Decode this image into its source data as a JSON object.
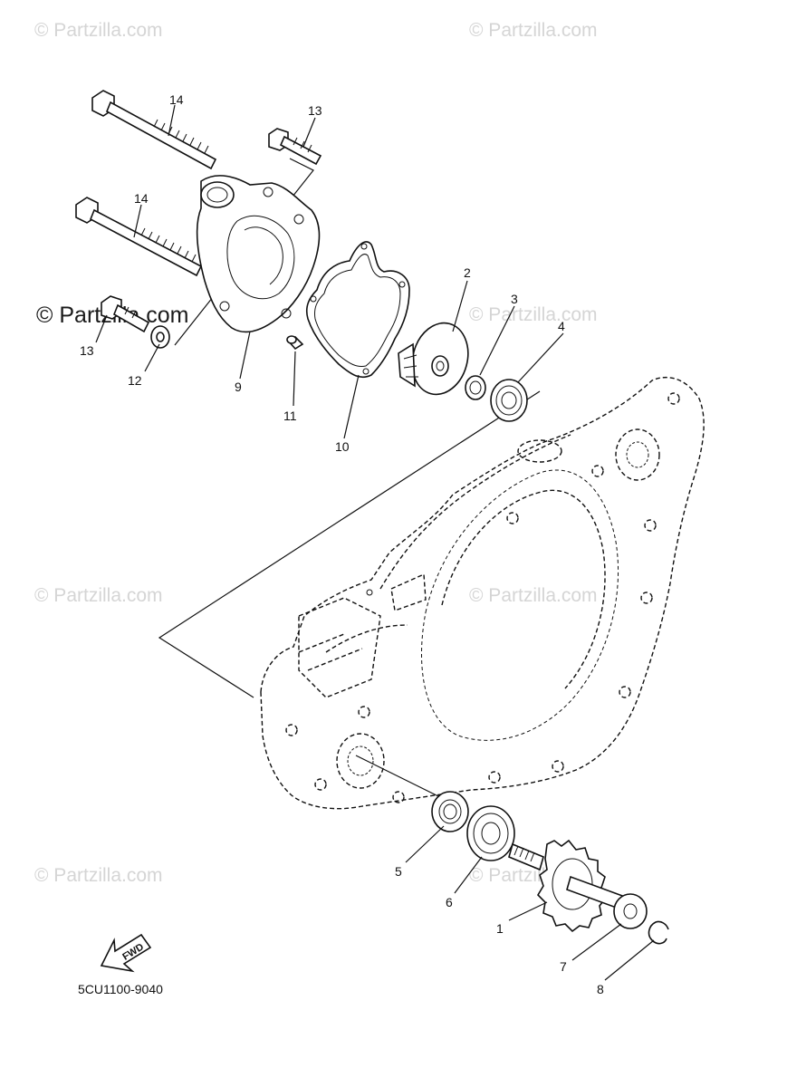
{
  "watermarks": {
    "faint": "© Partzilla.com",
    "main": "© Partzilla.com"
  },
  "diagram_code": "5CU1100-9040",
  "fwd_label": "FWD",
  "callouts": [
    "1",
    "2",
    "3",
    "4",
    "5",
    "6",
    "7",
    "8",
    "9",
    "10",
    "11",
    "12",
    "13",
    "13",
    "14",
    "14"
  ]
}
